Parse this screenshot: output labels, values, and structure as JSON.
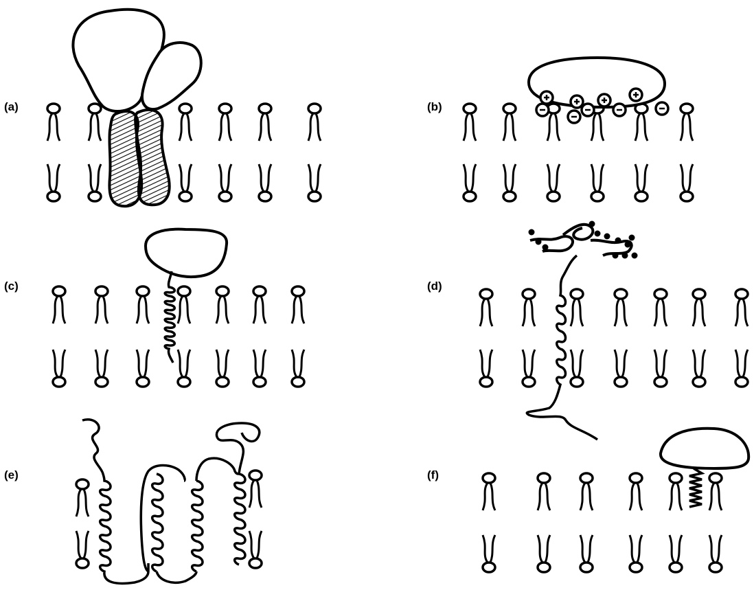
{
  "panels": [
    {
      "id": "a",
      "label": "(a)",
      "type": "dimeric-transmembrane-protein"
    },
    {
      "id": "b",
      "label": "(b)",
      "type": "electrostatic-peripheral-protein"
    },
    {
      "id": "c",
      "label": "(c)",
      "type": "amphipathic-helix-anchor"
    },
    {
      "id": "d",
      "label": "(d)",
      "type": "glycosylated-single-pass-protein"
    },
    {
      "id": "e",
      "label": "(e)",
      "type": "multipass-transmembrane-protein"
    },
    {
      "id": "f",
      "label": "(f)",
      "type": "helix-anchored-peripheral-protein"
    }
  ],
  "colors": {
    "ink": "#000000",
    "background": "#ffffff"
  }
}
